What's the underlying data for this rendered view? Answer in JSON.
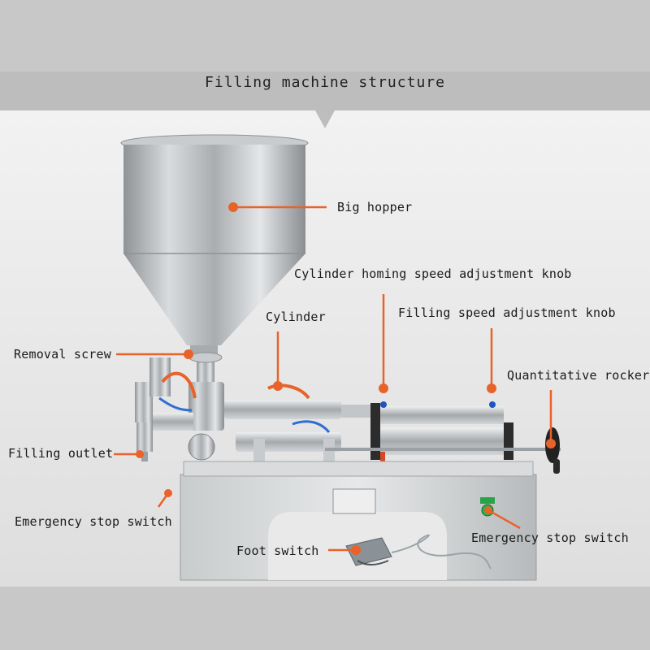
{
  "header": {
    "title": "Filling machine structure"
  },
  "labels": {
    "big_hopper": "Big hopper",
    "cylinder_homing": "Cylinder homing speed adjustment knob",
    "cylinder": "Cylinder",
    "filling_speed": "Filling speed adjustment knob",
    "removal_screw": "Removal screw",
    "quantitative_rocker": "Quantitative rocker",
    "filling_outlet": "Filling outlet",
    "emergency_stop_left": "Emergency stop switch",
    "emergency_stop_right": "Emergency stop switch",
    "foot_switch": "Foot switch"
  },
  "colors": {
    "background": "#c8c8c8",
    "panel": "#e9e9e9",
    "header_band": "#bdbdbd",
    "leader": "#e8622a",
    "stainless": "#b9bcbf"
  }
}
